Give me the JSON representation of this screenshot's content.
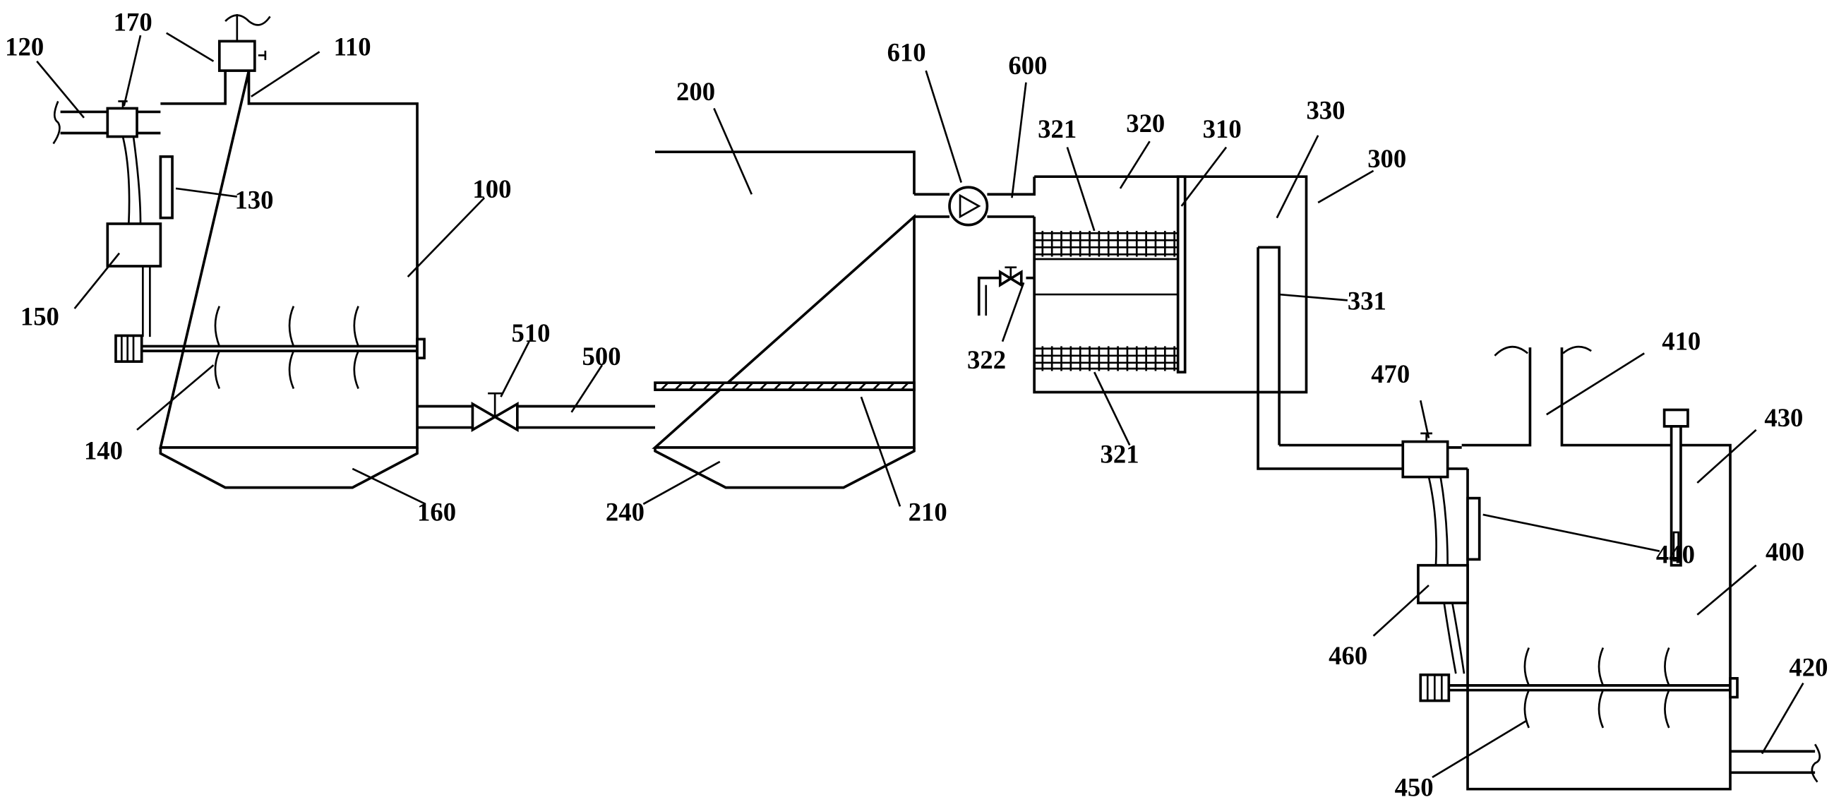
{
  "labels": {
    "l100": "100",
    "l110": "110",
    "l120": "120",
    "l130": "130",
    "l140": "140",
    "l150": "150",
    "l160": "160",
    "l170": "170",
    "l200": "200",
    "l210": "210",
    "l240": "240",
    "l300": "300",
    "l310": "310",
    "l320": "320",
    "l321a": "321",
    "l321b": "321",
    "l322": "322",
    "l330": "330",
    "l331": "331",
    "l400": "400",
    "l410": "410",
    "l420": "420",
    "l430": "430",
    "l440": "440",
    "l450": "450",
    "l460": "460",
    "l470": "470",
    "l500": "500",
    "l510": "510",
    "l600": "600",
    "l610": "610"
  }
}
